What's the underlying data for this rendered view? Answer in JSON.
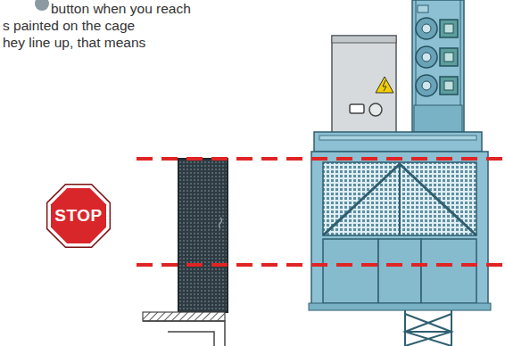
{
  "diagram": {
    "nodes": [
      {
        "text": [
          "STOP"
        ]
      }
    ],
    "labels": [
      "button when you reach",
      "s painted on the cage",
      "hey line up, that means"
    ]
  }
}
